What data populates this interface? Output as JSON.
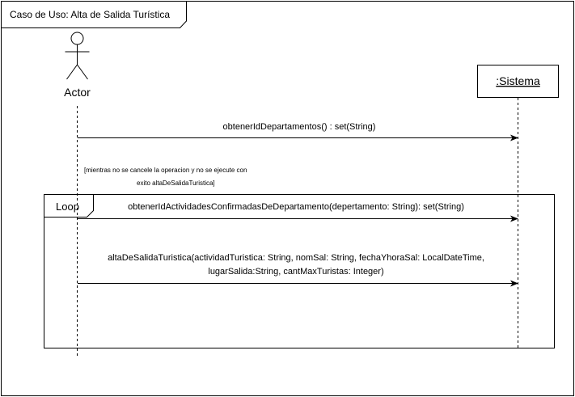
{
  "frame": {
    "title": "Caso de Uso: Alta de Salida Turística"
  },
  "actor": {
    "label": "Actor"
  },
  "system": {
    "label": ":Sistema"
  },
  "messages": {
    "m1": "obtenerIdDepartamentos() : set(String)",
    "m2": "obtenerIdActividadesConfirmadasDeDepartamento(depertamento: String): set(String)",
    "m3_line1": "altaDeSalidaTuristica(actividadTuristica: String, nomSal: String, fechaYhoraSal: LocalDateTime,",
    "m3_line2": "lugarSalida:String, cantMaxTuristas: Integer)"
  },
  "guard": {
    "line1": "[mientras no se cancele la operacion y no se ejecute con",
    "line2": "exito altaDeSalidaTuristica]"
  },
  "loop": {
    "label": "Loop"
  }
}
